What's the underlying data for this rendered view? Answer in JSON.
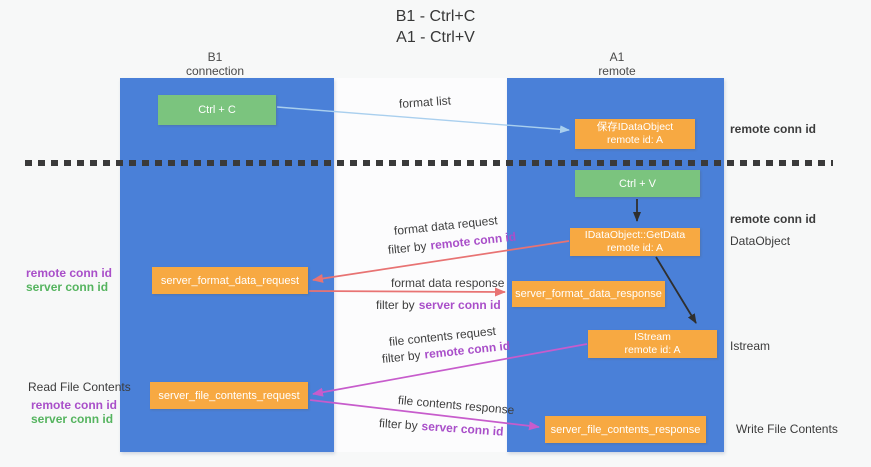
{
  "title": {
    "line1": "B1 - Ctrl+C",
    "line2": "A1 - Ctrl+V"
  },
  "lanes": {
    "left": {
      "name": "B1",
      "role": "connection"
    },
    "right": {
      "name": "A1",
      "role": "remote"
    }
  },
  "nodes": {
    "ctrl_c": {
      "label": "Ctrl + C"
    },
    "store_idataobject": {
      "line1": "保存IDataObject",
      "line2": "remote id: A"
    },
    "ctrl_v": {
      "label": "Ctrl + V"
    },
    "getdata": {
      "line1": "IDataObject::GetData",
      "line2": "remote id: A"
    },
    "format_request": {
      "label": "server_format_data_request"
    },
    "format_response": {
      "label": "server_format_data_response"
    },
    "istream": {
      "line1": "IStream",
      "line2": "remote id: A"
    },
    "file_request": {
      "label": "server_file_contents_request"
    },
    "file_response": {
      "label": "server_file_contents_response"
    }
  },
  "terms": {
    "filter_by": "filter by",
    "remote_conn_id": "remote conn id",
    "server_conn_id": "server conn id"
  },
  "edge_labels": {
    "format_list": "format list",
    "format_data_request": "format data request",
    "format_data_response": "format data response",
    "file_contents_request": "file contents request",
    "file_contents_response": "file contents response"
  },
  "side_labels": {
    "dataobject": "DataObject",
    "istream": "Istream",
    "read_file_contents": "Read File Contents",
    "write_file_contents": "Write File Contents"
  },
  "colors": {
    "lane_blue": "#4a80d8",
    "node_green": "#7bc47e",
    "node_orange": "#f7a942",
    "text_purple": "#a94fc9",
    "text_green": "#55b45f",
    "text_dark": "#3c3c3c",
    "arrow_lightblue": "#a9cfee",
    "arrow_red": "#e87373",
    "arrow_magenta": "#c75ccc",
    "arrow_black": "#2f2f2f",
    "page_bg": "#f7f8f8",
    "strip_bg": "#fcfcfd"
  }
}
